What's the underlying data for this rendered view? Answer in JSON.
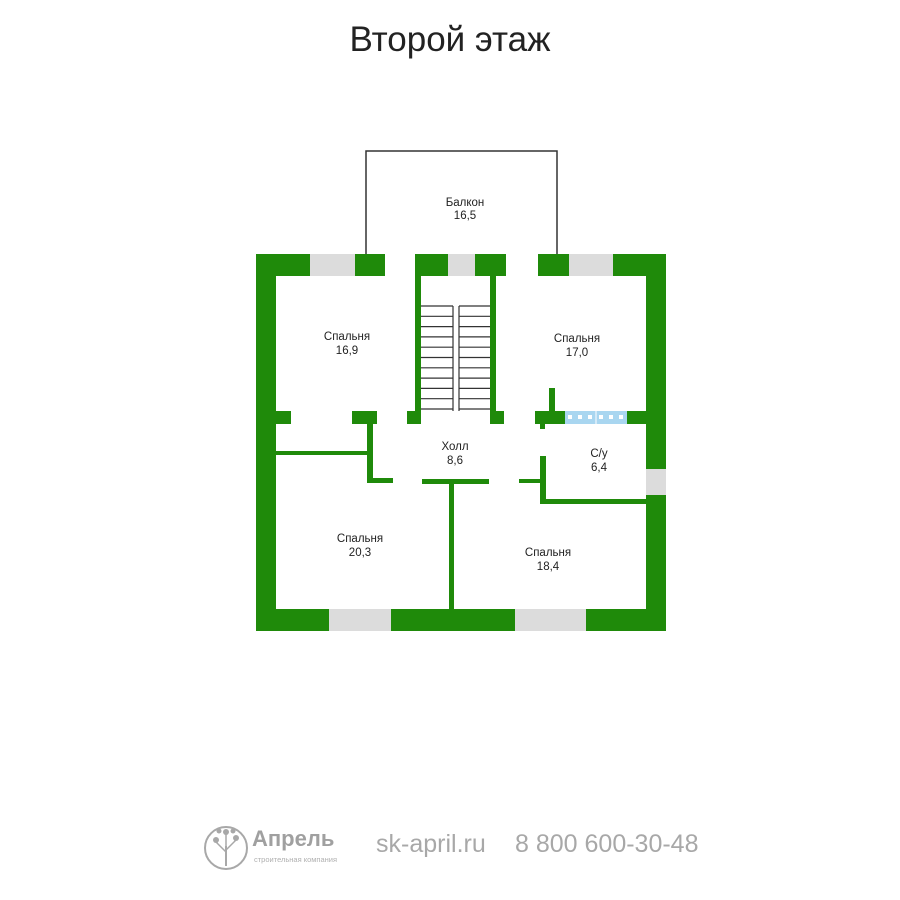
{
  "title": "Второй этаж",
  "colors": {
    "wall": "#1f8a0a",
    "window": "#dcdcdc",
    "radiator": "#a9d6f0",
    "line": "#333333"
  },
  "rooms": [
    {
      "name": "Балкон",
      "area": "16,5"
    },
    {
      "name": "Спальня",
      "area": "16,9"
    },
    {
      "name": "Спальня",
      "area": "17,0"
    },
    {
      "name": "Холл",
      "area": "8,6"
    },
    {
      "name": "С/у",
      "area": "6,4"
    },
    {
      "name": "Спальня",
      "area": "20,3"
    },
    {
      "name": "Спальня",
      "area": "18,4"
    }
  ],
  "footer": {
    "logo_name": "Апрель",
    "logo_subtitle": "строительная компания",
    "website": "sk-april.ru",
    "phone": "8 800 600-30-48"
  }
}
